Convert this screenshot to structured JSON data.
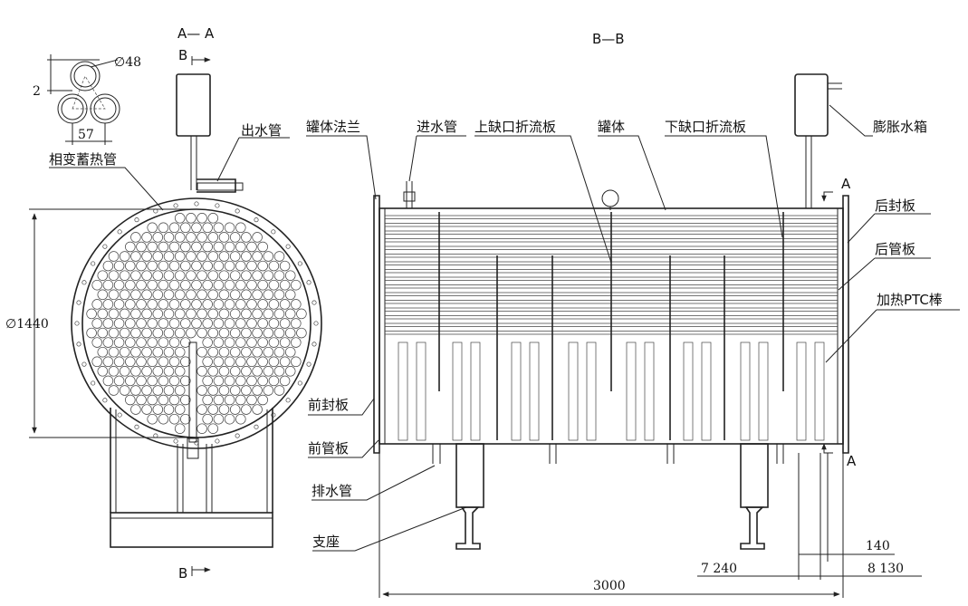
{
  "views": {
    "aa_title": "A— A",
    "bb_title": "B—B",
    "b_top": "B",
    "b_bottom": "B",
    "a_top": "A",
    "a_bottom": "A"
  },
  "labels": {
    "outlet_pipe": "出水管",
    "phase_change_tubes": "相变蓄热管",
    "tank_flange": "罐体法兰",
    "inlet_pipe": "进水管",
    "upper_baffle": "上缺口折流板",
    "tank_body": "罐体",
    "lower_baffle": "下缺口折流板",
    "expansion_tank": "膨胀水箱",
    "rear_cover": "后封板",
    "rear_tube_plate": "后管板",
    "ptc_rod": "加热PTC棒",
    "front_cover": "前封板",
    "front_tube_plate": "前管板",
    "drain_pipe": "排水管",
    "support": "支座"
  },
  "dims": {
    "tube_diameter": "∅48",
    "gap": "2",
    "pitch": "57",
    "tank_diameter": "∅1440",
    "length": "3000",
    "d140": "140",
    "d7_240": "7  240",
    "d8_130": "8  130"
  }
}
